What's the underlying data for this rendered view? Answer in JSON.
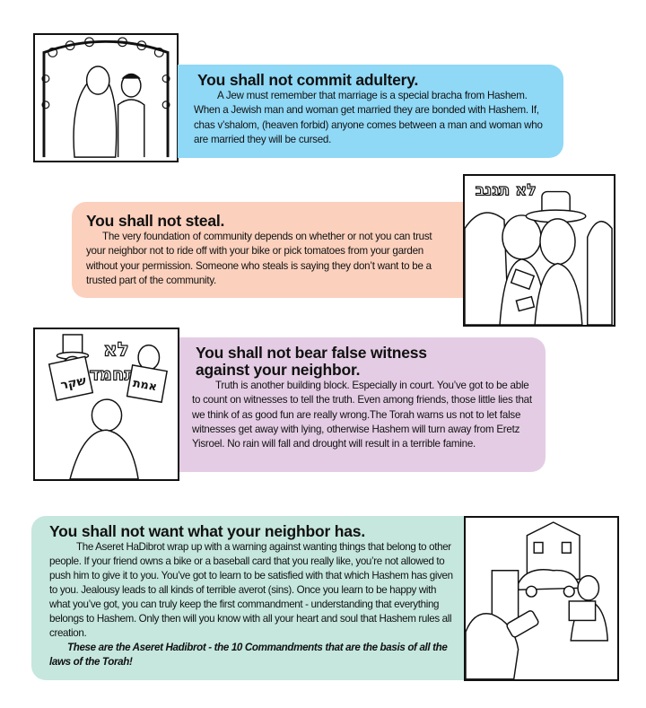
{
  "sections": [
    {
      "title": "You shall not commit adultery.",
      "body": "A Jew must remember that marriage is a special bracha from Hashem. When a Jewish man and woman get married they are bonded with Hashem. If, chas v’shalom, (heaven forbid) anyone comes between a man and woman who are married they will be cursed.",
      "color": "#8fd8f6"
    },
    {
      "title": "You shall not steal.",
      "body": "The very foundation of community depends on whether or not you can trust your neighbor not to ride off with your bike or pick tomatoes from your garden without your permission. Someone who steals is saying they don’t want to be a trusted part of the community.",
      "color": "#fbd0bd",
      "illustration_text": "לא תגנב"
    },
    {
      "title": "You shall not bear false witness against your neighbor.",
      "body": "Truth is another building block. Especially in court. You’ve got to be able to count on witnesses to tell the truth. Even among friends, those little lies that we think of as good fun are really wrong.The Torah warns us not to let false witnesses get away with lying, otherwise Hashem will turn away from Eretz Yisroel. No rain will fall and drought will result in a terrible famine.",
      "color": "#e4cde4",
      "illustration_text": [
        "לא",
        "תחמד",
        "שקר",
        "אמת"
      ]
    },
    {
      "title": "You shall not want what your neighbor has.",
      "body": "The Aseret HaDibrot wrap up with a warning against wanting things that belong to other people. If your friend owns a bike or a baseball card that you really like, you’re not allowed to push him to give it to you. You’ve got to learn to be satisfied with that which Hashem has given to you. Jealousy leads to all kinds of terrible averot (sins). Once you learn to be happy with what you’ve got, you can truly keep the first commandment - understanding that everything belongs to Hashem. Only then will you know with all your heart and soul that Hashem rules all creation.",
      "closing": "These are the Aseret Hadibrot - the 10 Commandments that are the basis of all the laws of the Torah!",
      "color": "#c5e7de"
    }
  ]
}
